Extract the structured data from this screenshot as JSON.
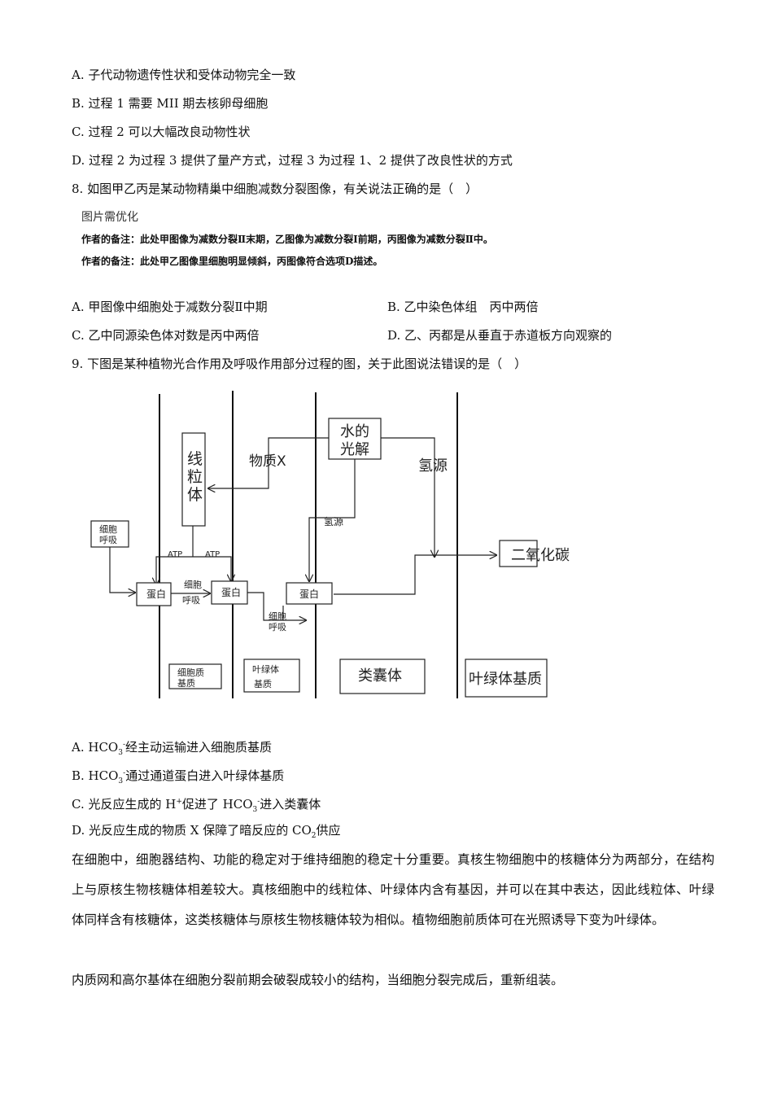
{
  "q7_options": {
    "A": "A. 子代动物遗传性状和受体动物完全一致",
    "B": "B. 过程 1 需要 MII 期去核卵母细胞",
    "C": "C. 过程 2 可以大幅改良动物性状",
    "D": "D. 过程 2 为过程 3 提供了量产方式，过程 3 为过程 1、2 提供了改良性状的方式"
  },
  "q8": {
    "stem": "8. 如图甲乙丙是某动物精巢中细胞减数分裂图像，有关说法正确的是（　）",
    "image_placeholder": "图片需优化",
    "note1": "作者的备注：此处甲图像为减数分裂Ⅱ末期，乙图像为减数分裂Ⅰ前期，丙图像为减数分裂Ⅱ中。",
    "note2": "作者的备注：此处甲乙图像里细胞明显倾斜，丙图像符合选项D描述。",
    "A": "A. 甲图像中细胞处于减数分裂Ⅱ中期",
    "B": "B. 乙中染色体组　丙中两倍",
    "C": "C. 乙中同源染色体对数是丙中两倍",
    "D": "D. 乙、丙都是从垂直于赤道板方向观察的"
  },
  "q9": {
    "stem": "9. 下图是某种植物光合作用及呼吸作用部分过程的图，关于此图说法错误的是（　）",
    "diagram": {
      "mito1": "线",
      "mito2": "粒",
      "mito3": "体",
      "water1": "水的",
      "water2": "光解",
      "substance_x": "物质X",
      "hydrogen_big": "氢源",
      "hydrogen_small": "氢源",
      "co2": "二氧化碳",
      "resp_box1": "细胞",
      "resp_box2": "呼吸",
      "atp": "ATP",
      "protein": "蛋白",
      "resp_mid1": "细胞",
      "resp_mid2": "呼吸",
      "resp_low1": "细胞",
      "resp_low2": "呼吸",
      "cytomatrix1": "细胞质",
      "cytomatrix2": "基质",
      "chloromatrix1": "叶绿体",
      "chloromatrix2": "基质",
      "thylakoid": "类囊体",
      "stroma": "叶绿体基质"
    },
    "A_pre": "A. HCO",
    "A_sub": "3",
    "A_sup": "-",
    "A_post": "经主动运输进入细胞质基质",
    "B_pre": "B. HCO",
    "B_sub": "3",
    "B_sup": "-",
    "B_post": "通过通道蛋白进入叶绿体基质",
    "C_pre": "C. 光反应生成的 H",
    "C_sup1": "+",
    "C_mid": "促进了 HCO",
    "C_sub": "3",
    "C_sup2": "-",
    "C_post": "进入类囊体",
    "D_pre": "D. 光反应生成的物质 X 保障了暗反应的 CO",
    "D_sub": "2",
    "D_post": "供应"
  },
  "passage1": "在细胞中，细胞器结构、功能的稳定对于维持细胞的稳定十分重要。真核生物细胞中的核糖体分为两部分，在结构上与原核生物核糖体相差较大。真核细胞中的线粒体、叶绿体内含有基因，并可以在其中表达，因此线粒体、叶绿体同样含有核糖体，这类核糖体与原核生物核糖体较为相似。植物细胞前质体可在光照诱导下变为叶绿体。",
  "passage2": "内质网和高尔基体在细胞分裂前期会破裂成较小的结构，当细胞分裂完成后，重新组装。"
}
